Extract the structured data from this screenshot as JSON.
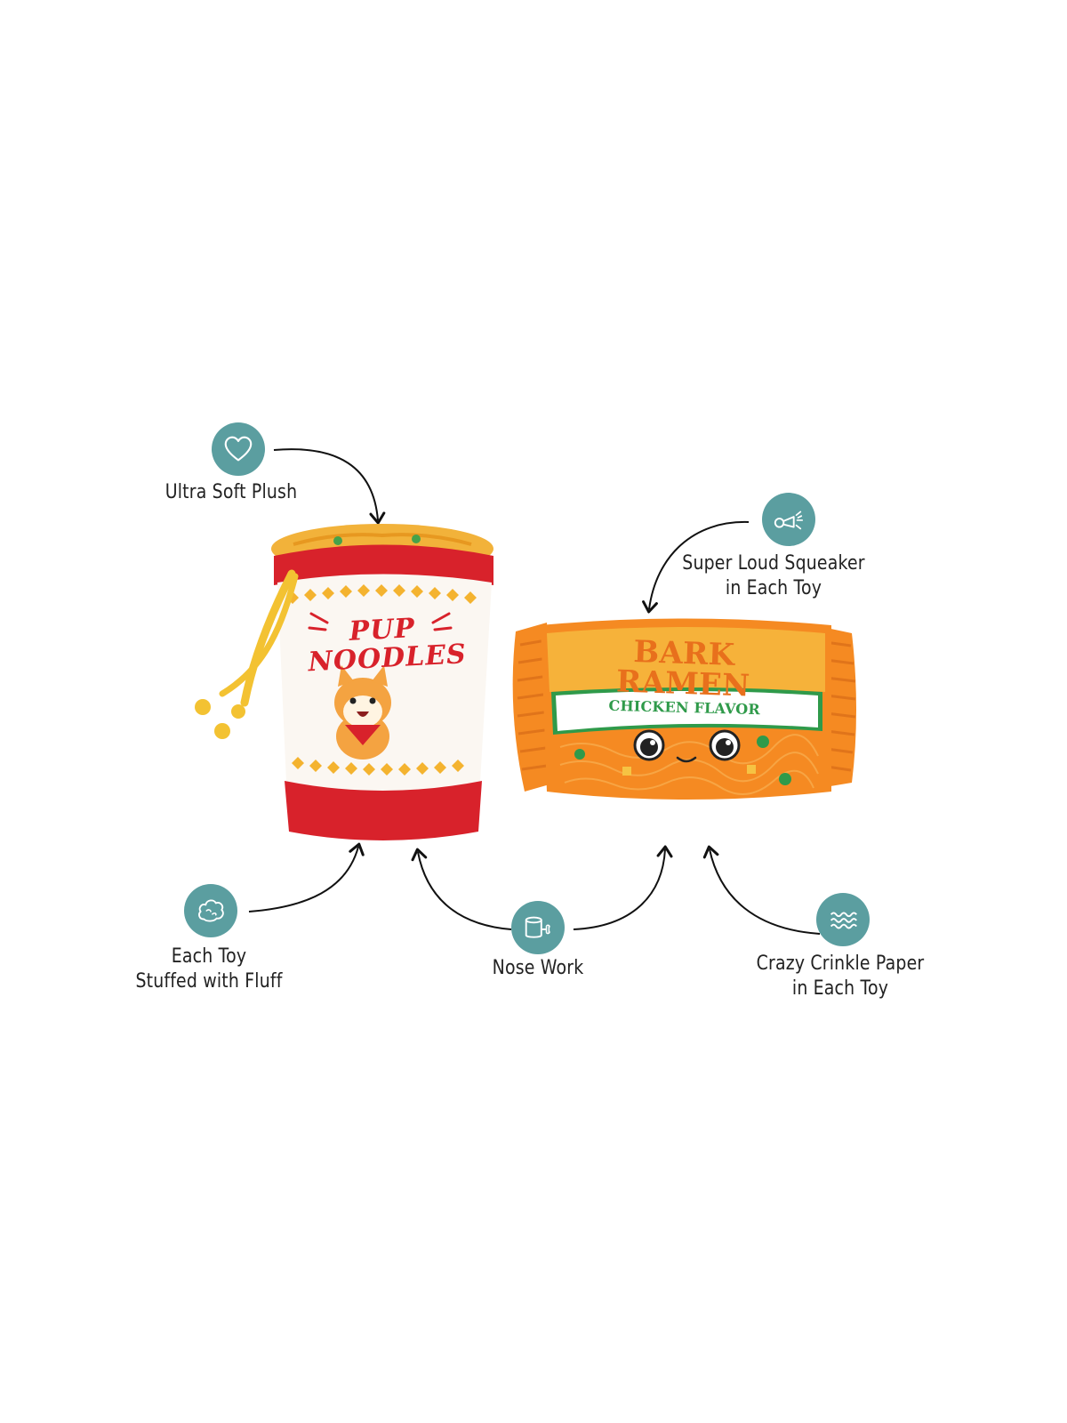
{
  "colors": {
    "badge": "#5b9ea0",
    "cup_red": "#d8222b",
    "cup_white": "#fbf7f2",
    "pack_orange": "#f4891f",
    "pack_green": "#2f9a4a",
    "cord_yellow": "#f3c232"
  },
  "features": {
    "soft_plush": {
      "icon": "heart-icon",
      "label": "Ultra Soft Plush"
    },
    "squeaker": {
      "icon": "squeaker-icon",
      "line1": "Super Loud Squeaker",
      "line2": "in Each Toy"
    },
    "fluff": {
      "icon": "fluff-icon",
      "line1": "Each Toy",
      "line2": "Stuffed with Fluff"
    },
    "nose_work": {
      "icon": "nose-work-icon",
      "label": "Nose Work"
    },
    "crinkle": {
      "icon": "wave-icon",
      "line1": "Crazy Crinkle Paper",
      "line2": "in Each Toy"
    }
  },
  "products": {
    "cup": {
      "line1": "PUP",
      "line2": "NOODLES"
    },
    "pack": {
      "line1": "BARK",
      "line2": "RAMEN",
      "flavor": "CHICKEN FLAVOR"
    }
  }
}
